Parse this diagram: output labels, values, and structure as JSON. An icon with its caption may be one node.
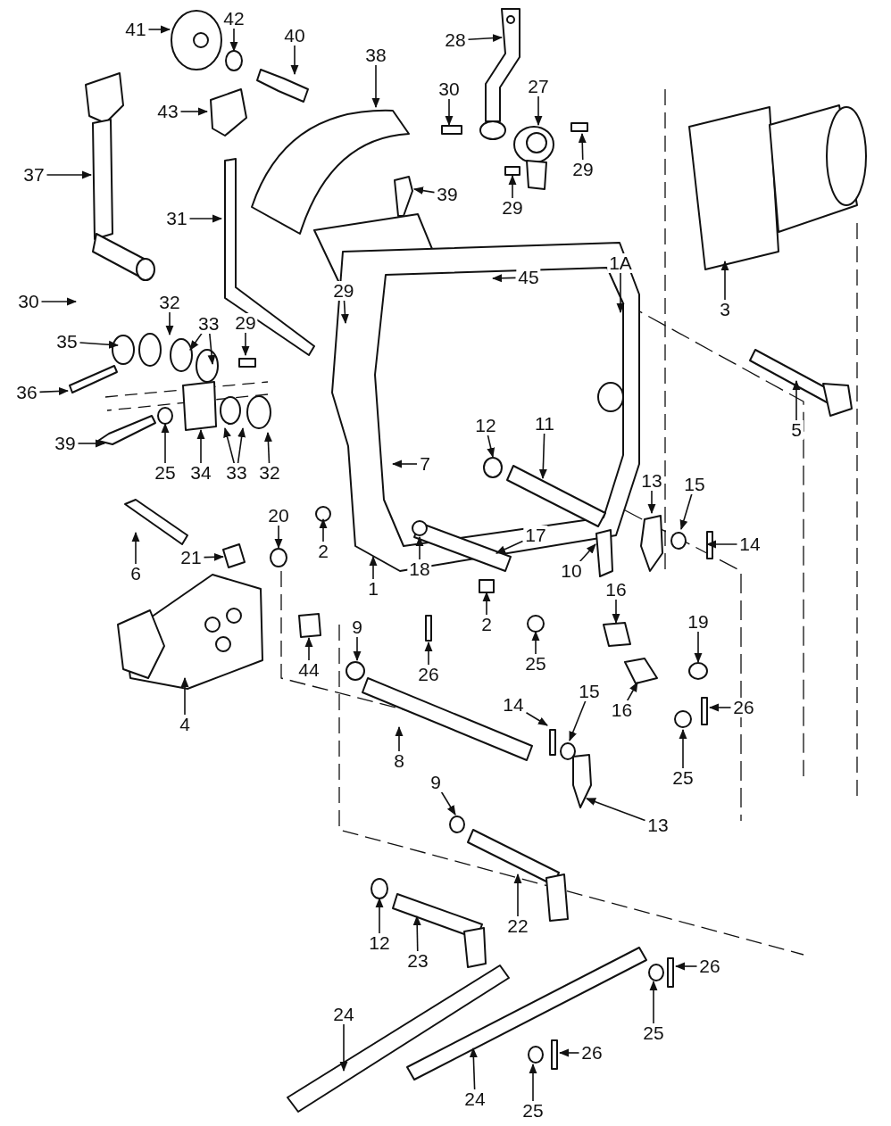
{
  "diagram": {
    "nodes": [
      {
        "text": [
          "41"
        ]
      },
      {
        "text": [
          "42"
        ]
      },
      {
        "text": [
          "40"
        ]
      },
      {
        "text": [
          "28"
        ]
      },
      {
        "text": [
          "38"
        ]
      },
      {
        "text": [
          "27"
        ]
      },
      {
        "text": [
          "30"
        ]
      },
      {
        "text": [
          "43"
        ]
      },
      {
        "text": [
          "29"
        ]
      },
      {
        "text": [
          "37"
        ]
      },
      {
        "text": [
          "39"
        ]
      },
      {
        "text": [
          "31"
        ]
      },
      {
        "text": [
          "29"
        ]
      },
      {
        "text": [
          "1A"
        ]
      },
      {
        "text": [
          "45"
        ]
      },
      {
        "text": [
          "29"
        ]
      },
      {
        "text": [
          "30"
        ]
      },
      {
        "text": [
          "32"
        ]
      },
      {
        "text": [
          "3"
        ]
      },
      {
        "text": [
          "33"
        ]
      },
      {
        "text": [
          "29"
        ]
      },
      {
        "text": [
          "35"
        ]
      },
      {
        "text": [
          "36"
        ]
      },
      {
        "text": [
          "12"
        ]
      },
      {
        "text": [
          "11"
        ]
      },
      {
        "text": [
          "5"
        ]
      },
      {
        "text": [
          "39"
        ]
      },
      {
        "text": [
          "25"
        ]
      },
      {
        "text": [
          "34"
        ]
      },
      {
        "text": [
          "33"
        ]
      },
      {
        "text": [
          "32"
        ]
      },
      {
        "text": [
          "7"
        ]
      },
      {
        "text": [
          "20"
        ]
      },
      {
        "text": [
          "13"
        ]
      },
      {
        "text": [
          "15"
        ]
      },
      {
        "text": [
          "21"
        ]
      },
      {
        "text": [
          "17"
        ]
      },
      {
        "text": [
          "14"
        ]
      },
      {
        "text": [
          "2"
        ]
      },
      {
        "text": [
          "10"
        ]
      },
      {
        "text": [
          "1"
        ]
      },
      {
        "text": [
          "6"
        ]
      },
      {
        "text": [
          "44"
        ]
      },
      {
        "text": [
          "2"
        ]
      },
      {
        "text": [
          "18"
        ]
      },
      {
        "text": [
          "26"
        ]
      },
      {
        "text": [
          "19"
        ]
      },
      {
        "text": [
          "9"
        ]
      },
      {
        "text": [
          "16"
        ]
      },
      {
        "text": [
          "25"
        ]
      },
      {
        "text": [
          "14"
        ]
      },
      {
        "text": [
          "15"
        ]
      },
      {
        "text": [
          "16"
        ]
      },
      {
        "text": [
          "26"
        ]
      },
      {
        "text": [
          "4"
        ]
      },
      {
        "text": [
          "25"
        ]
      },
      {
        "text": [
          "8"
        ]
      },
      {
        "text": [
          "9"
        ]
      },
      {
        "text": [
          "13"
        ]
      },
      {
        "text": [
          "22"
        ]
      },
      {
        "text": [
          "12"
        ]
      },
      {
        "text": [
          "23"
        ]
      },
      {
        "text": [
          "26"
        ]
      },
      {
        "text": [
          "25"
        ]
      },
      {
        "text": [
          "24"
        ]
      },
      {
        "text": [
          "26"
        ]
      },
      {
        "text": [
          "25"
        ]
      },
      {
        "text": [
          "24"
        ]
      }
    ],
    "edges": [
      {
        "from": 0,
        "to": null,
        "arrow": "to"
      },
      {
        "from": 1,
        "to": null,
        "arrow": "to"
      },
      {
        "from": 2,
        "to": null,
        "arrow": "to"
      },
      {
        "from": 3,
        "to": null,
        "arrow": "to"
      },
      {
        "from": 4,
        "to": null,
        "arrow": "to"
      },
      {
        "from": 5,
        "to": null,
        "arrow": "to"
      },
      {
        "from": 6,
        "to": null,
        "arrow": "to"
      },
      {
        "from": 7,
        "to": null,
        "arrow": "to"
      },
      {
        "from": 8,
        "to": null,
        "arrow": "to"
      },
      {
        "from": 9,
        "to": null,
        "arrow": "to"
      },
      {
        "from": 10,
        "to": null,
        "arrow": "to"
      },
      {
        "from": 11,
        "to": null,
        "arrow": "to"
      },
      {
        "from": 12,
        "to": null,
        "arrow": "to"
      },
      {
        "from": 13,
        "to": null,
        "arrow": "to"
      },
      {
        "from": 14,
        "to": null,
        "arrow": "to"
      },
      {
        "from": 15,
        "to": null,
        "arrow": "to"
      },
      {
        "from": 16,
        "to": null,
        "arrow": "to"
      },
      {
        "from": 17,
        "to": null,
        "arrow": "to"
      },
      {
        "from": 18,
        "to": null,
        "arrow": "to"
      },
      {
        "from": 19,
        "to": null,
        "arrow": "to"
      },
      {
        "from": 19,
        "to": null,
        "arrow": "to"
      },
      {
        "from": 20,
        "to": null,
        "arrow": "to"
      },
      {
        "from": 21,
        "to": null,
        "arrow": "to"
      },
      {
        "from": 22,
        "to": null,
        "arrow": "to"
      },
      {
        "from": 23,
        "to": null,
        "arrow": "to"
      },
      {
        "from": 24,
        "to": null,
        "arrow": "to"
      },
      {
        "from": 25,
        "to": null,
        "arrow": "to"
      },
      {
        "from": 26,
        "to": null,
        "arrow": "to"
      },
      {
        "from": 27,
        "to": null,
        "arrow": "to"
      },
      {
        "from": 28,
        "to": null,
        "arrow": "to"
      },
      {
        "from": 29,
        "to": null,
        "arrow": "to"
      },
      {
        "from": 29,
        "to": null,
        "arrow": "to"
      },
      {
        "from": 30,
        "to": null,
        "arrow": "to"
      },
      {
        "from": 31,
        "to": null,
        "arrow": "to"
      },
      {
        "from": 32,
        "to": null,
        "arrow": "to"
      },
      {
        "from": 33,
        "to": null,
        "arrow": "to"
      },
      {
        "from": 34,
        "to": null,
        "arrow": "to"
      },
      {
        "from": 35,
        "to": null,
        "arrow": "to"
      },
      {
        "from": 36,
        "to": null,
        "arrow": "to"
      },
      {
        "from": 37,
        "to": null,
        "arrow": "to"
      },
      {
        "from": 38,
        "to": null,
        "arrow": "to"
      },
      {
        "from": 39,
        "to": null,
        "arrow": "to"
      },
      {
        "from": 40,
        "to": null,
        "arrow": "to"
      },
      {
        "from": 41,
        "to": null,
        "arrow": "to"
      },
      {
        "from": 42,
        "to": null,
        "arrow": "to"
      },
      {
        "from": 43,
        "to": null,
        "arrow": "to"
      },
      {
        "from": 44,
        "to": null,
        "arrow": "to"
      },
      {
        "from": 45,
        "to": null,
        "arrow": "to"
      },
      {
        "from": 46,
        "to": null,
        "arrow": "to"
      },
      {
        "from": 47,
        "to": null,
        "arrow": "to"
      },
      {
        "from": 48,
        "to": null,
        "arrow": "to"
      },
      {
        "from": 49,
        "to": null,
        "arrow": "to"
      },
      {
        "from": 50,
        "to": null,
        "arrow": "to"
      },
      {
        "from": 51,
        "to": null,
        "arrow": "to"
      },
      {
        "from": 52,
        "to": null,
        "arrow": "to"
      },
      {
        "from": 53,
        "to": null,
        "arrow": "to"
      },
      {
        "from": 54,
        "to": null,
        "arrow": "to"
      },
      {
        "from": 55,
        "to": null,
        "arrow": "to"
      },
      {
        "from": 56,
        "to": null,
        "arrow": "to"
      },
      {
        "from": 57,
        "to": null,
        "arrow": "to"
      },
      {
        "from": 58,
        "to": null,
        "arrow": "to"
      },
      {
        "from": 59,
        "to": null,
        "arrow": "to"
      },
      {
        "from": 60,
        "to": null,
        "arrow": "to"
      },
      {
        "from": 61,
        "to": null,
        "arrow": "to"
      },
      {
        "from": 62,
        "to": null,
        "arrow": "to"
      },
      {
        "from": 63,
        "to": null,
        "arrow": "to"
      },
      {
        "from": 64,
        "to": null,
        "arrow": "to"
      },
      {
        "from": 65,
        "to": null,
        "arrow": "to"
      },
      {
        "from": 66,
        "to": null,
        "arrow": "to"
      },
      {
        "from": 67,
        "to": null,
        "arrow": "to"
      }
    ]
  }
}
